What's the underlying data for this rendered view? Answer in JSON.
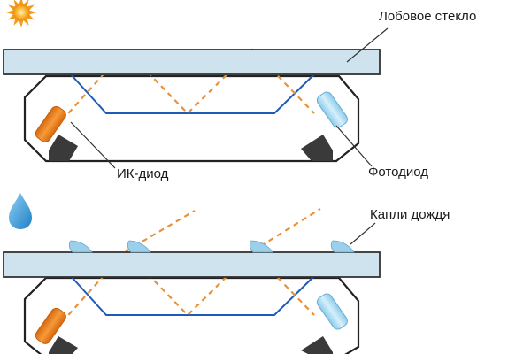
{
  "labels": {
    "windshield": "Лобовое стекло",
    "ir_diode": "ИК-диод",
    "photodiode": "Фотодиод",
    "raindrops": "Капли дождя"
  },
  "icons": {
    "dry_state": "sun-icon",
    "wet_state": "raindrop-icon"
  },
  "colors": {
    "glass_fill": "#cfe3ef",
    "glass_stroke": "#333333",
    "housing_stroke": "#222222",
    "lightguide": "#1e5bb8",
    "beam": "#e8913a",
    "ir_diode": "#ee7d1a",
    "photodiode": "#a9dbf3",
    "base": "#3a3a3a",
    "sun": "#f29a1c",
    "drop": "#2f9ad6"
  }
}
